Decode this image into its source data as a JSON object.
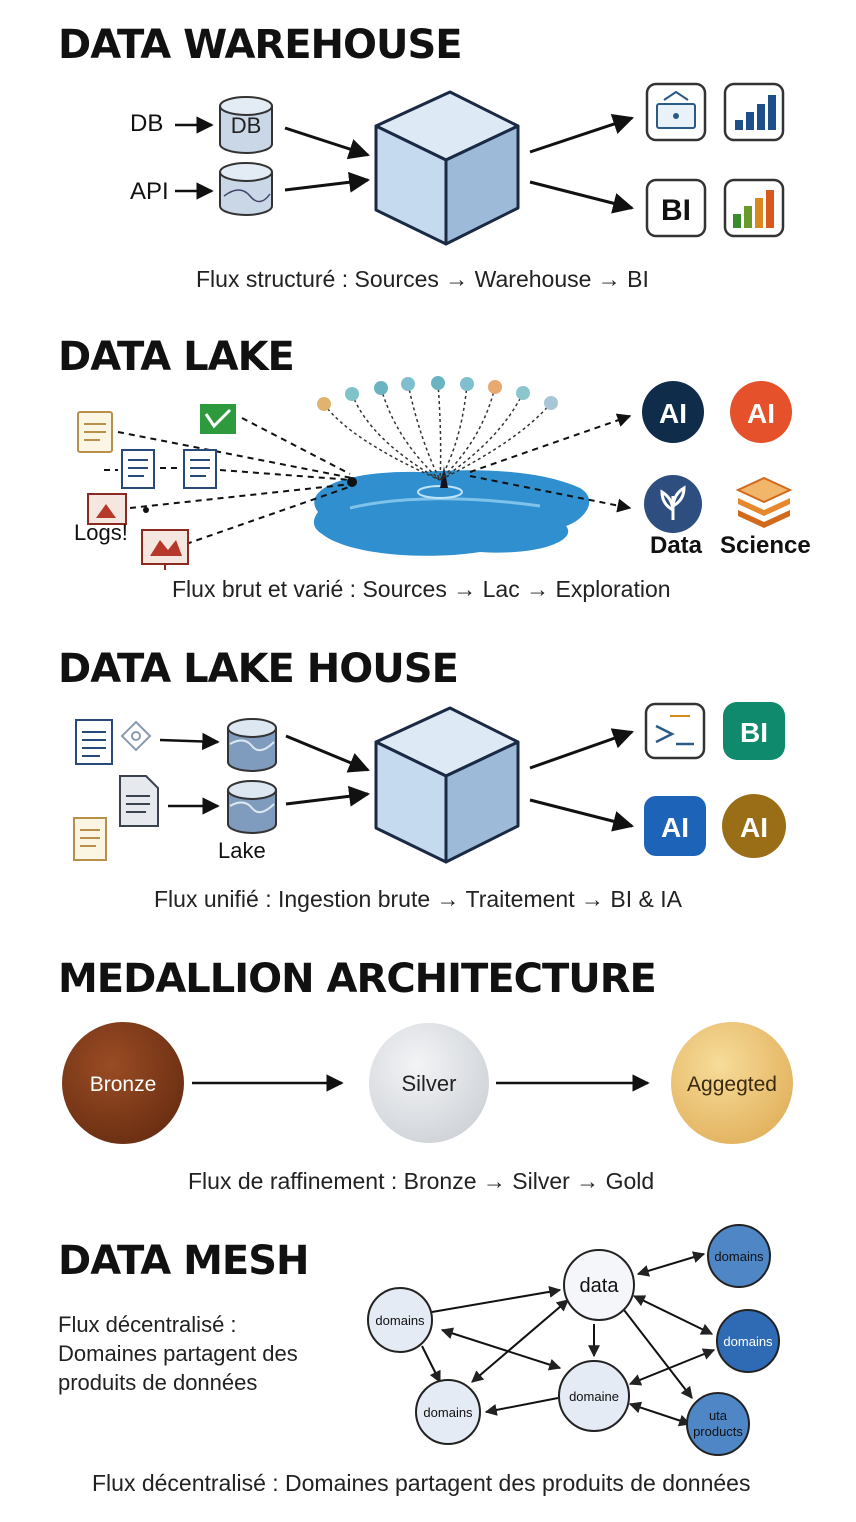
{
  "sections": {
    "warehouse": {
      "title": "DATA WAREHOUSE",
      "sources": [
        "DB",
        "API"
      ],
      "db_label": "DB",
      "bi_label": "BI",
      "caption": "Flux structuré : Sources → Warehouse → BI"
    },
    "lake": {
      "title": "DATA LAKE",
      "logs_label": "Logs!",
      "ai_label": "AI",
      "data_label": "Data",
      "science_label": "Science",
      "caption": "Flux brut et varié : Sources → Lac → Exploration"
    },
    "lakehouse": {
      "title": "DATA LAKE HOUSE",
      "lake_label": "Lake",
      "bi_label": "BI",
      "ai_label": "AI",
      "caption": "Flux unifié : Ingestion brute → Traitement → BI & IA"
    },
    "medallion": {
      "title": "MEDALLION ARCHITECTURE",
      "stages": [
        "Bronze",
        "Silver",
        "Aggegted"
      ],
      "caption": "Flux de raffinement : Bronze → Silver → Gold"
    },
    "mesh": {
      "title": "DATA MESH",
      "side_text": [
        "Flux décentralisé :",
        "Domaines partagent des",
        "produits de données"
      ],
      "nodes": {
        "data": "data",
        "domains_left": "domains",
        "domains_bottom": "domains",
        "domaine": "domaine",
        "domains_top_right": "domains",
        "domains_right": "domains",
        "uta_line1": "uta",
        "uta_line2": "products"
      },
      "caption": "Flux décentralisé : Domaines partagent des produits de données"
    }
  },
  "colors": {
    "cube_front": "#c5daee",
    "cube_top": "#dde9f5",
    "cube_side": "#9dbbd9",
    "lake_water": "#2f8fcf",
    "bronze": "#7a3a1a",
    "silver": "#e3e6ea",
    "gold": "#ecc677",
    "ai_navy": "#0f2c4b",
    "ai_orange": "#e4512a",
    "bi_green": "#0f8a6c",
    "ai_blue": "#1d64b8",
    "ai_gold": "#9a6e16"
  }
}
